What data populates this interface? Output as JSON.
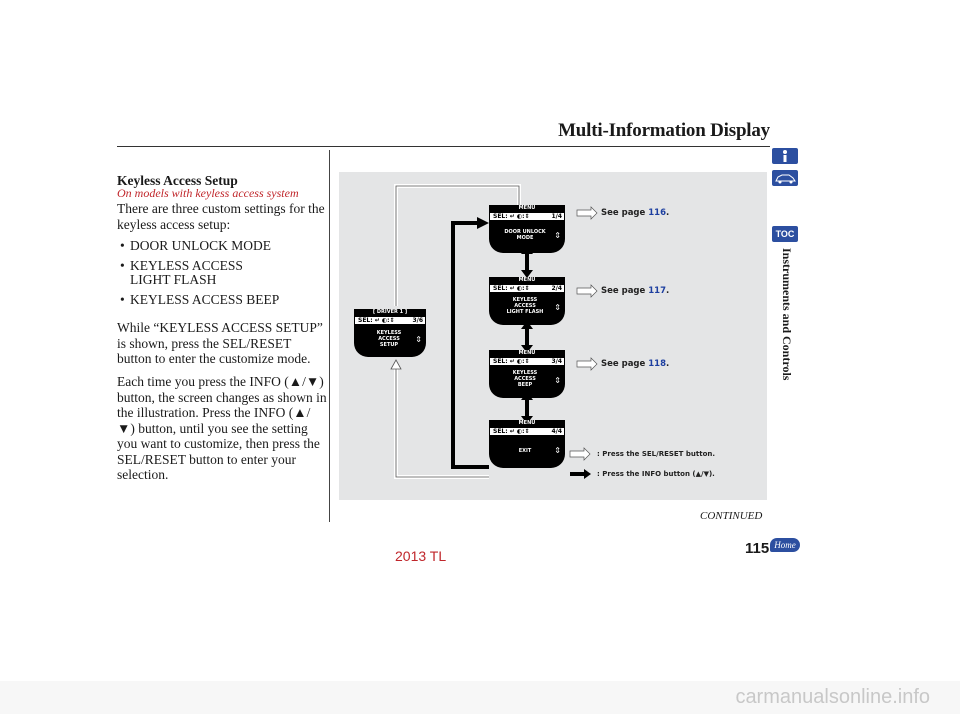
{
  "header": {
    "title": "Multi-Information Display"
  },
  "section": {
    "title": "Keyless Access Setup",
    "model_note": "On models with keyless access system",
    "intro": "There are three custom settings for the keyless access setup:",
    "bullets": [
      "DOOR UNLOCK MODE",
      "KEYLESS ACCESS",
      "LIGHT FLASH",
      "KEYLESS ACCESS BEEP"
    ],
    "bullet_glyph": "•",
    "para1": "While “KEYLESS ACCESS SETUP” is shown, press the SEL/RESET button to enter the customize mode.",
    "para2_a": "Each time you press the INFO (",
    "para2_b": ") button, the screen changes as shown in the illustration. Press the INFO (",
    "para2_c": ") button, until you see the setting you want to customize, then press the SEL/RESET button to enter your selection."
  },
  "diagram": {
    "driver_screen": {
      "tag": "[ DRIVER 1 ]",
      "sel": "SEL:",
      "page": "3/6",
      "lines": [
        "KEYLESS",
        "ACCESS",
        "SETUP"
      ]
    },
    "screens": [
      {
        "tag": "MENU",
        "sel": "SEL:",
        "page": "1/4",
        "lines": [
          "DOOR UNLOCK",
          "MODE"
        ]
      },
      {
        "tag": "MENU",
        "sel": "SEL:",
        "page": "2/4",
        "lines": [
          "KEYLESS",
          "ACCESS",
          "LIGHT FLASH"
        ]
      },
      {
        "tag": "MENU",
        "sel": "SEL:",
        "page": "3/4",
        "lines": [
          "KEYLESS",
          "ACCESS",
          "BEEP"
        ]
      },
      {
        "tag": "MENU",
        "sel": "SEL:",
        "page": "4/4",
        "lines": [
          "EXIT"
        ]
      }
    ],
    "refs": [
      {
        "text": "See page ",
        "page": "116",
        "period": "."
      },
      {
        "text": "See page ",
        "page": "117",
        "period": "."
      },
      {
        "text": "See page ",
        "page": "118",
        "period": "."
      }
    ],
    "legend": {
      "sel": ": Press the SEL/RESET button.",
      "info_a": ": Press the INFO button (",
      "info_b": ")."
    },
    "colors": {
      "background": "#e4e5e6",
      "arrow_dark": "#000000",
      "link": "#1d3fa0"
    }
  },
  "sidebar": {
    "label": "Instruments and Controls",
    "toc": "TOC"
  },
  "footer": {
    "continued": "CONTINUED",
    "page_number": "115",
    "home": "Home",
    "model_year": "2013 TL"
  },
  "watermark": "carmanualsonline.info"
}
